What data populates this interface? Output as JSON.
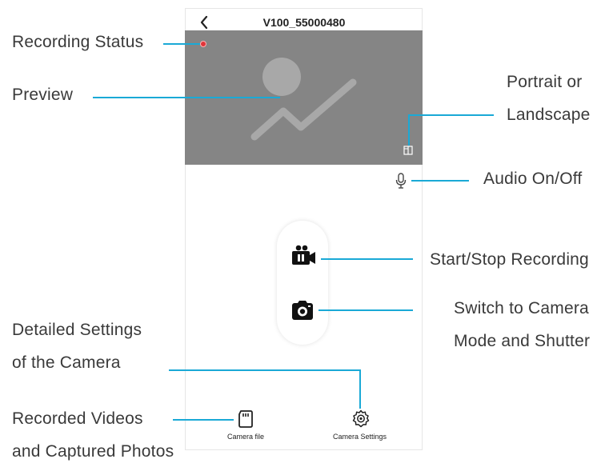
{
  "app": {
    "title": "V100_55000480",
    "tabs": [
      {
        "label": "Camera file",
        "icon": "sd-card-icon"
      },
      {
        "label": "Camera Settings",
        "icon": "gear-icon"
      }
    ],
    "status": {
      "recording": true
    },
    "icons": {
      "back": "chevron-left-icon",
      "orientation": "rotate-screen-icon",
      "audio": "microphone-icon",
      "record": "video-camera-icon",
      "photo": "camera-icon",
      "preview": "image-placeholder-icon"
    }
  },
  "callouts": {
    "recording_status": "Recording Status",
    "preview": "Preview",
    "portrait_line1": "Portrait or",
    "portrait_line2": "Landscape",
    "audio": "Audio On/Off",
    "start_stop": "Start/Stop Recording",
    "switch_line1": "Switch to Camera",
    "switch_line2": "Mode and Shutter",
    "settings_line1": "Detailed Settings",
    "settings_line2": "of the Camera",
    "recorded_line1": "Recorded Videos",
    "recorded_line2": "and Captured Photos"
  },
  "colors": {
    "leader": "#1aa9d6",
    "preview_bg": "#858585",
    "record_dot": "#e0353a"
  }
}
